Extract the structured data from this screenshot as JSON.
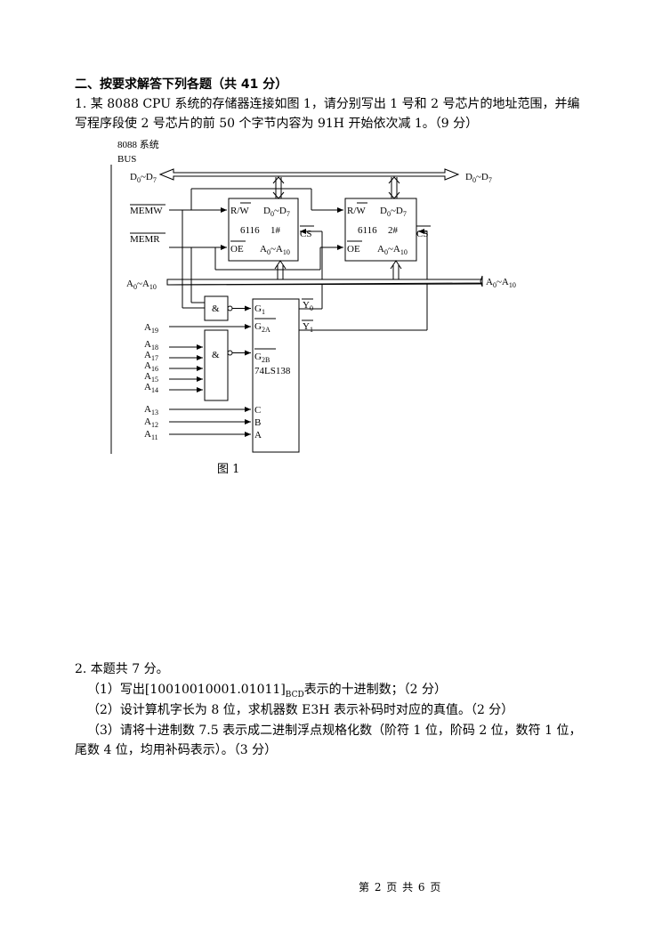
{
  "section_heading": "二、按要求解答下列各题（共 41 分）",
  "q1": {
    "line1": "1. 某 8088 CPU 系统的存储器连接如图 1，请分别写出 1 号和 2 号芯片的地址范围，并编",
    "line2": "写程序段使 2 号芯片的前 50 个字节内容为 91H 开始依次减 1。（9 分）"
  },
  "figure": {
    "bus_title_1": "8088 系统",
    "bus_title_2": "BUS",
    "d_bus_left": "D",
    "d_bus_left_sub0": "0",
    "d_bus_left_sep": "~D",
    "d_bus_left_sub7": "7",
    "memw": "MEMW",
    "memr": "MEMR",
    "a_bus_left": "A",
    "a19": "19",
    "a18": "18",
    "a17": "17",
    "a16": "16",
    "a15": "15",
    "a14": "14",
    "a13": "13",
    "a12": "12",
    "a11": "11",
    "chip1_name": "6116",
    "chip1_num": "1#",
    "chip2_name": "6116",
    "chip2_num": "2#",
    "rw": "R/",
    "w": "W",
    "oe": "OE",
    "cs": "CS",
    "addr_pin": "A",
    "and_sym": "&",
    "g1": "G",
    "g2a": "G",
    "g2b": "G",
    "dec_name": "74LS138",
    "pin_c": "C",
    "pin_b": "B",
    "pin_a": "A",
    "y": "Y",
    "caption": "图 1"
  },
  "q2": {
    "title": "2. 本题共 7 分。",
    "p1_pre": "（1）写出[10010010001.01011]",
    "p1_sub": "BCD",
    "p1_post": "表示的十进制数；（2 分）",
    "p2": "（2）设计算机字长为 8 位，求机器数 E3H 表示补码时对应的真值。（2 分）",
    "p3_line1": "（3）请将十进制数 7.5 表示成二进制浮点规格化数（阶符 1 位，阶码 2 位，数符 1 位，",
    "p3_line2": "尾数 4 位，均用补码表示）。（3 分）"
  },
  "footer": "第 2 页 共 6 页"
}
